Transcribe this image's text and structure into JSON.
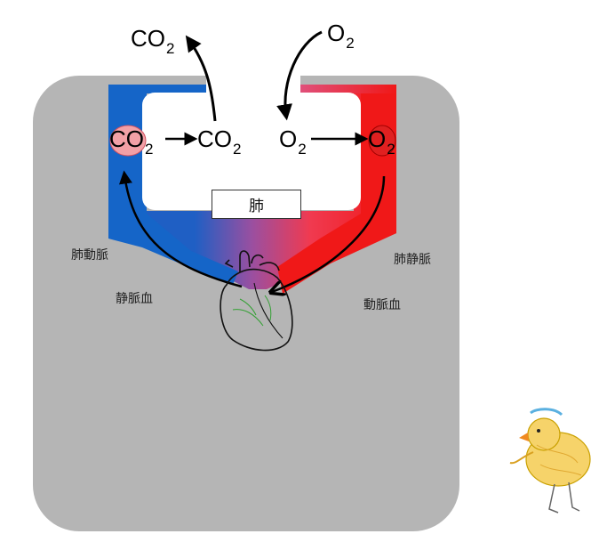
{
  "labels": {
    "lung": "肺",
    "pulmonary_artery": "肺動脈",
    "pulmonary_vein": "肺静脈",
    "venous_blood": "静脈血",
    "arterial_blood": "動脈血"
  },
  "chem": {
    "co2_out": {
      "base": "CO",
      "sub": "2"
    },
    "o2_in": {
      "base": "O",
      "sub": "2"
    },
    "co2_in_blood": {
      "base": "CO",
      "sub": "2"
    },
    "co2_in_alveolus": {
      "base": "CO",
      "sub": "2"
    },
    "o2_in_alveolus": {
      "base": "O",
      "sub": "2"
    },
    "o2_in_blood": {
      "base": "O",
      "sub": "2"
    }
  },
  "colors": {
    "body_bg": "#b5b5b5",
    "venous": "#1565c8",
    "arterial": "#f01818",
    "gradient_mid": "#9b4fa0",
    "cell_fill": "#f2a0a6"
  },
  "icons": {
    "heart": "heart-sketch-icon",
    "chick": "chick-icon"
  }
}
